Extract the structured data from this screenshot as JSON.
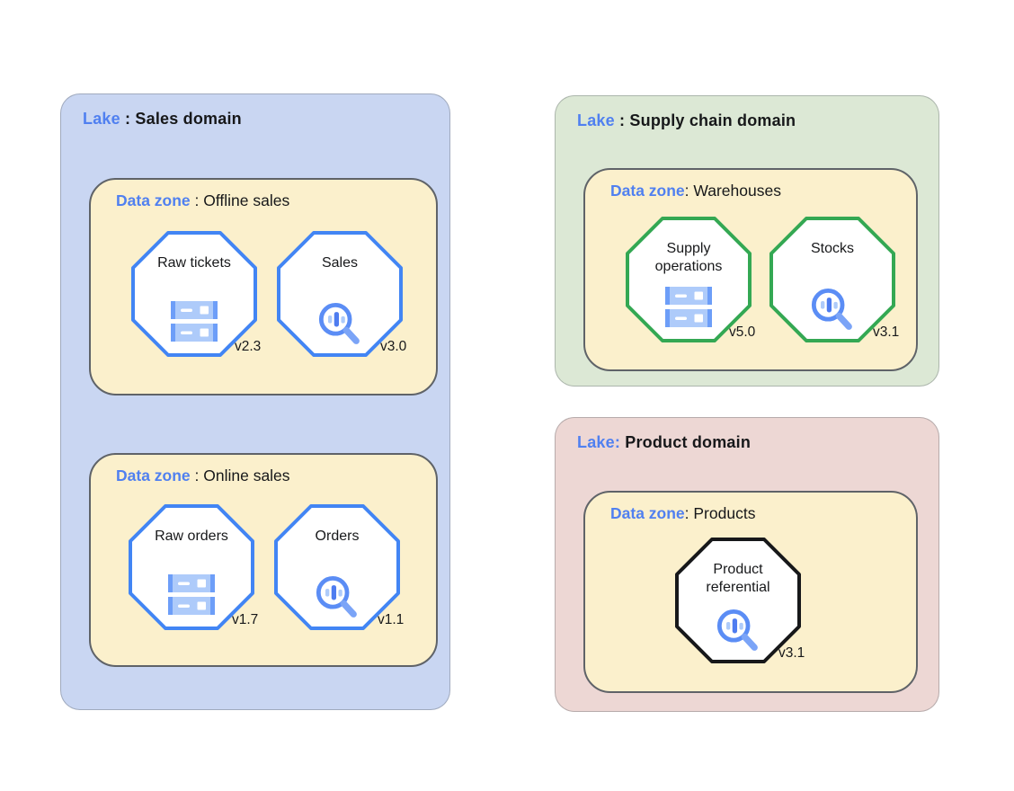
{
  "palette": {
    "lake_sales_bg": "#C9D6F2",
    "lake_supply_bg": "#DCE8D5",
    "lake_product_bg": "#EDD7D4",
    "zone_bg": "#FBF0CC",
    "zone_border": "#5F6368",
    "label_blue": "#5080F0",
    "asset_border_blue": "#4285F4",
    "asset_border_green": "#34A853",
    "asset_border_black": "#17181A",
    "icon_stroke_blue": "#5B8DF5",
    "icon_handle_blue": "#7BA4F7",
    "icon_light_blue": "#AECBFA",
    "icon_cap_blue": "#6D9EF8",
    "icon_mid_blue": "#4E7CF0",
    "text_dark": "#17181A"
  },
  "lakes": [
    {
      "name": "sales",
      "header": {
        "prefix": "Lake",
        "rest": " : Sales domain"
      },
      "zones": [
        {
          "header": {
            "prefix": "Data zone",
            "rest": " : Offline sales"
          },
          "assets": [
            {
              "label": "Raw tickets",
              "version": "v2.3",
              "icon": "storage-icon"
            },
            {
              "label": "Sales",
              "version": "v3.0",
              "icon": "search-analytics-icon"
            }
          ]
        },
        {
          "header": {
            "prefix": "Data zone",
            "rest": " : Online sales"
          },
          "assets": [
            {
              "label": "Raw orders",
              "version": "v1.7",
              "icon": "storage-icon"
            },
            {
              "label": "Orders",
              "version": "v1.1",
              "icon": "search-analytics-icon"
            }
          ]
        }
      ]
    },
    {
      "name": "supply-chain",
      "header": {
        "prefix": "Lake",
        "rest": " : Supply chain domain"
      },
      "zones": [
        {
          "header": {
            "prefix": "Data zone",
            "rest": ": Warehouses"
          },
          "assets": [
            {
              "label": "Supply operations",
              "version": "v5.0",
              "icon": "storage-icon"
            },
            {
              "label": "Stocks",
              "version": "v3.1",
              "icon": "search-analytics-icon"
            }
          ]
        }
      ]
    },
    {
      "name": "product",
      "header": {
        "prefix": "Lake:",
        "rest": " Product domain"
      },
      "zones": [
        {
          "header": {
            "prefix": "Data zone",
            "rest": ": Products"
          },
          "assets": [
            {
              "label": "Product referential",
              "version": "v3.1",
              "icon": "search-analytics-icon"
            }
          ]
        }
      ]
    }
  ]
}
